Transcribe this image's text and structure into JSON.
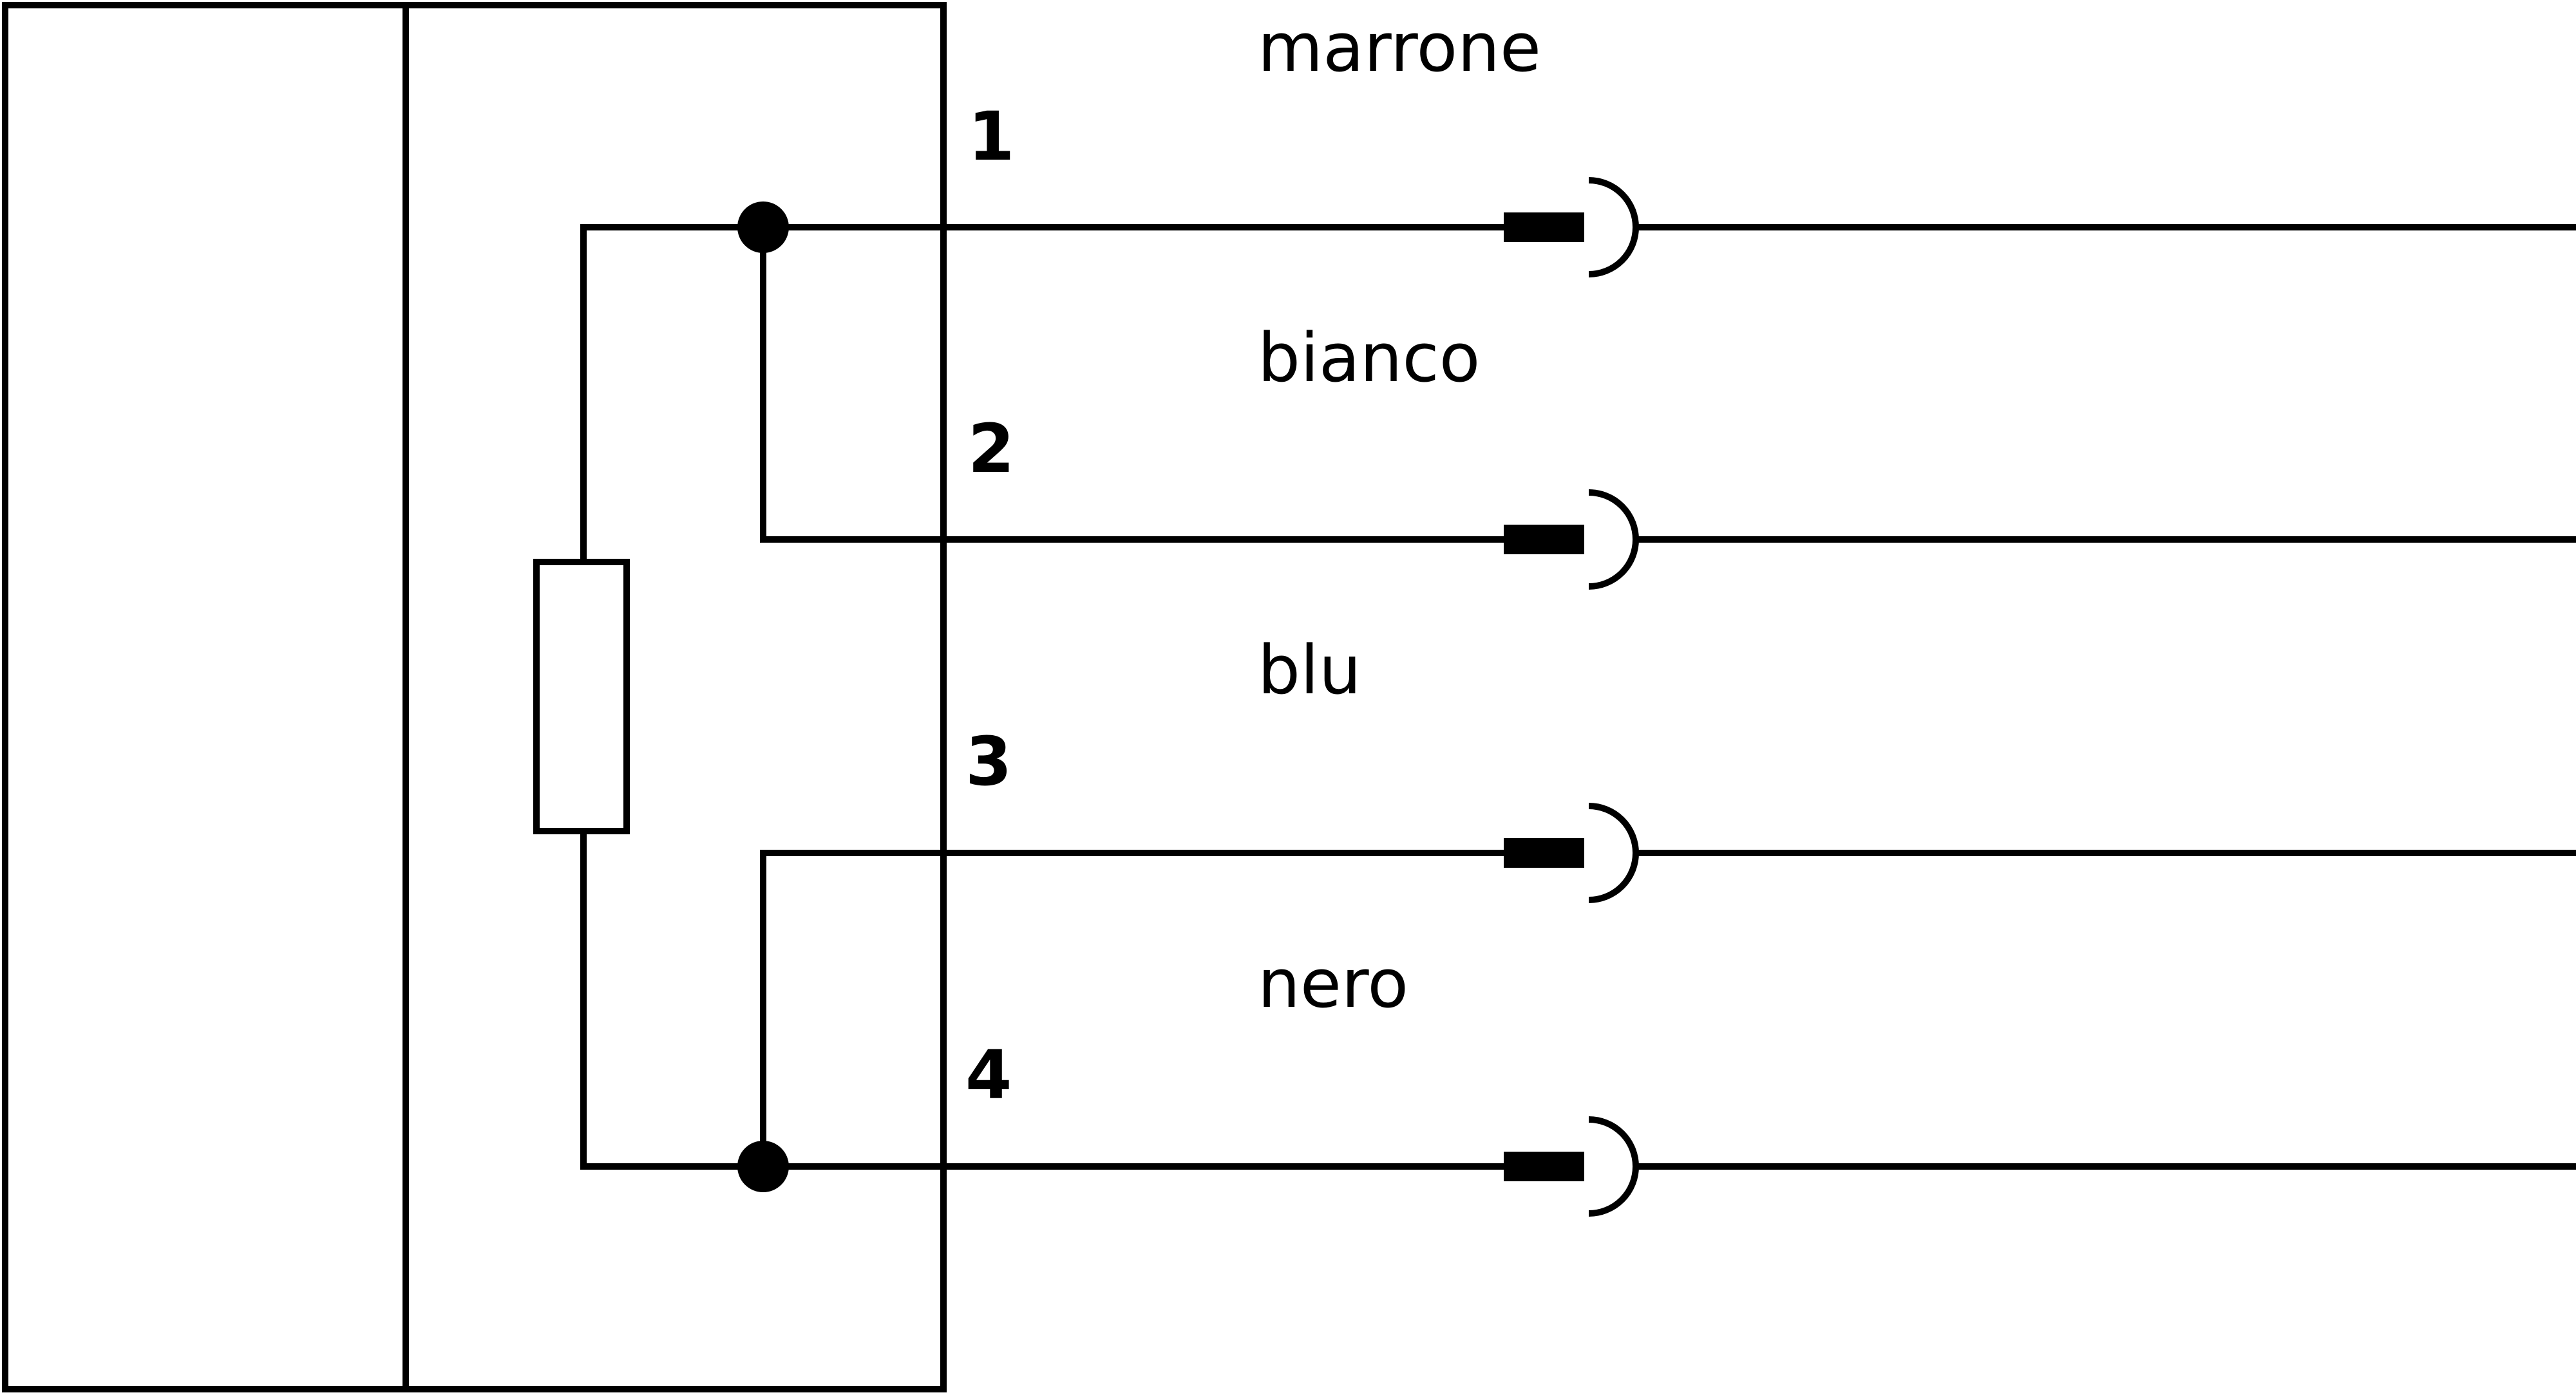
{
  "diagram": {
    "colors": {
      "stroke": "#000000",
      "background": "#ffffff"
    },
    "wires": [
      {
        "color_label": "marrone",
        "pin": "1"
      },
      {
        "color_label": "bianco",
        "pin": "2"
      },
      {
        "color_label": "blu",
        "pin": "3"
      },
      {
        "color_label": "nero",
        "pin": "4"
      }
    ],
    "components": {
      "resistor": "resistor-icon",
      "connector": "socket-connector-icon",
      "junction": "junction-dot-icon"
    }
  }
}
